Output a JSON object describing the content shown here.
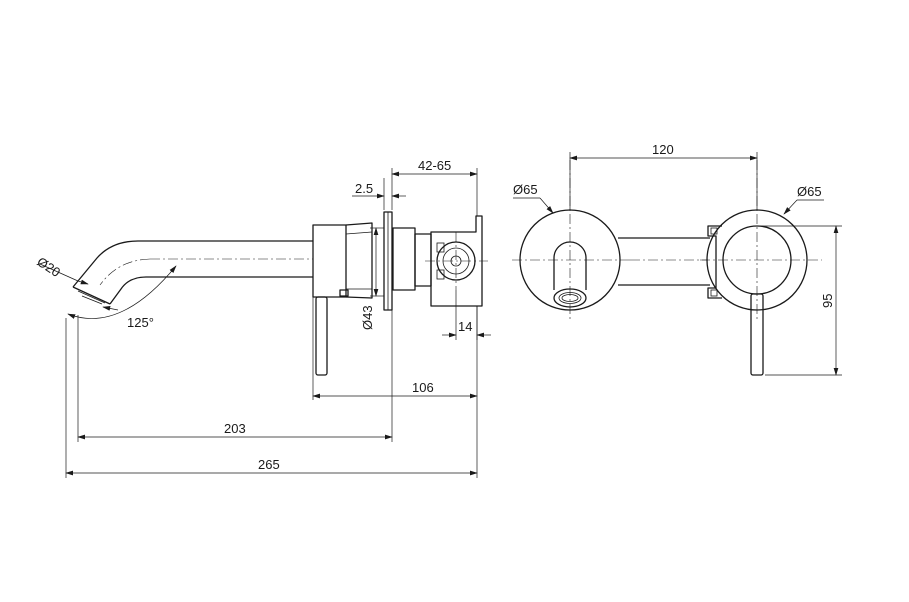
{
  "diagram": {
    "side_view": {
      "spout_diameter": "Ø20",
      "spout_angle": "125°",
      "flange_thickness": "2.5",
      "depth_range": "42-65",
      "body_diameter": "Ø43",
      "body_offset": "14",
      "handle_to_wall": "106",
      "spout_projection": "203",
      "overall_length": "265"
    },
    "front_view": {
      "centers": "120",
      "left_plate_diameter": "Ø65",
      "right_plate_diameter": "Ø65",
      "height": "95"
    }
  }
}
